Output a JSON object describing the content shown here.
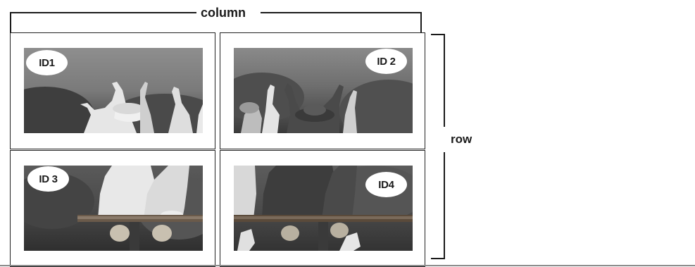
{
  "diagram": {
    "column_label": "column",
    "row_label": "row",
    "panels": [
      {
        "id_label": "ID1",
        "image_desc": "people-cheering-arms-raised"
      },
      {
        "id_label": "ID 2",
        "image_desc": "people-cheering-arms-raised"
      },
      {
        "id_label": "ID 3",
        "image_desc": "people-sitting-on-bench"
      },
      {
        "id_label": "ID4",
        "image_desc": "people-sitting-on-bench"
      }
    ]
  }
}
